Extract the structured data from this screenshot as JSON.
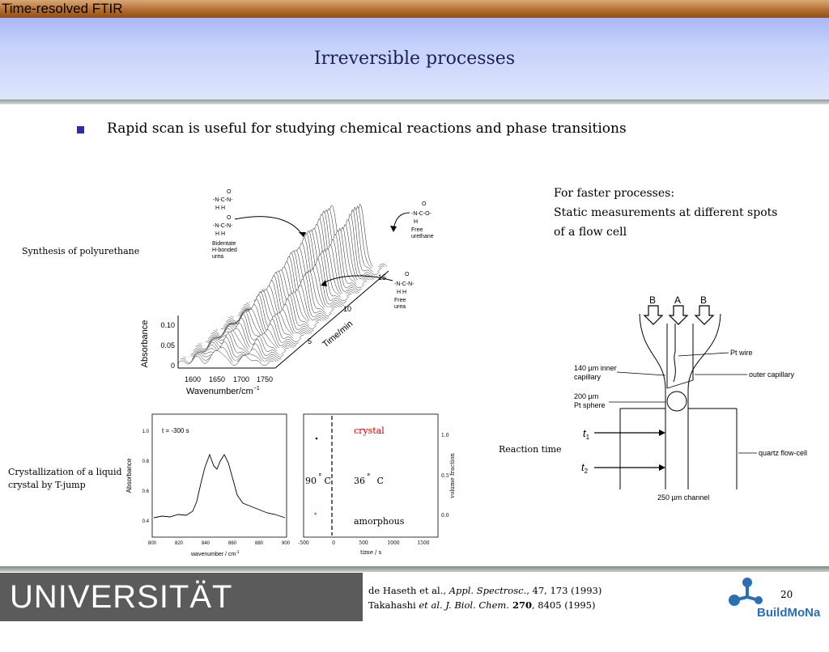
{
  "topbar": {
    "title": "Time-resolved FTIR"
  },
  "slide": {
    "title": "Irreversible processes",
    "bullet": "Rapid scan is useful for studying chemical reactions and phase transitions",
    "label_synthesis": "Synthesis of polyurethane",
    "label_crystallization": [
      "Crystallization of a liquid",
      "crystal by T-jump"
    ],
    "faster_processes": [
      "For faster processes:",
      "Static measurements at different spots",
      "of a flow cell"
    ],
    "reaction_time": "Reaction time"
  },
  "figure3d": {
    "ylabel": "Absorbance",
    "yticks": [
      "0.10",
      "0.05",
      "0"
    ],
    "xticks": [
      "1600",
      "1650",
      "1700",
      "1750"
    ],
    "xlabel": "Wavenumber/cm",
    "xlabel_sup": "−1",
    "time_label": "Time/min",
    "time_ticks": [
      "5",
      "10",
      "15"
    ],
    "species": [
      {
        "formula": [
          "O",
          "-N-C-N-",
          "H   H",
          "O",
          "-N-C-N-",
          "H   H"
        ],
        "name": [
          "Bidentate",
          "H-bonded",
          "urea"
        ]
      },
      {
        "formula": [
          "O",
          "-N-C-O-",
          "H"
        ],
        "name": [
          "Free",
          "urethane"
        ]
      },
      {
        "formula": [
          "O",
          "-N-C-N-",
          "H   H"
        ],
        "name": [
          "Free",
          "urea"
        ]
      }
    ]
  },
  "ir_panel": {
    "annotation": "t = -300 s",
    "ylabel": "Absorbance",
    "xlabel": "wavenumber / cm",
    "xlabel_sup": "-1",
    "yticks": [
      "1.0",
      "0.8",
      "0.6",
      "0.4"
    ],
    "xticks": [
      "800",
      "820",
      "840",
      "860",
      "880",
      "900"
    ]
  },
  "phase_panel": {
    "label_crystal": "crystal",
    "label_amorphous": "amorphous",
    "temp_left": "90",
    "temp_right": "36",
    "temp_unit": "C",
    "ylabel_right": "volume fraction",
    "xlabel": "time / s",
    "yticks_right": [
      "1.0",
      "0.5",
      "0.0"
    ],
    "xticks": [
      "-500",
      "0",
      "500",
      "1000",
      "1500"
    ]
  },
  "flowcell": {
    "labels_top": [
      "B",
      "A",
      "B"
    ],
    "pt_wire": "Pt wire",
    "inner_capillary": [
      "140 µm inner",
      "capillary"
    ],
    "outer_capillary": "outer capillary",
    "pt_sphere": [
      "200 µm",
      "Pt sphere"
    ],
    "t1": "t",
    "t1_sub": "1",
    "t2": "t",
    "t2_sub": "2",
    "quartz": "quartz flow-cell",
    "channel": "250 µm channel"
  },
  "footer": {
    "university": "UNIVERSITÄT LEIPZIG",
    "ref1_a": "de Haseth et al., ",
    "ref1_journal": "Appl. Spectrosc.,",
    "ref1_b": " 47, 173 (1993)",
    "ref2_a": "Takahashi ",
    "ref2_journal": "et al. J. Biol. Chem.",
    "ref2_vol": " 270",
    "ref2_b": ", 8405 (1995)",
    "page": "20",
    "logo": "BuildMoNa"
  },
  "colors": {
    "header_blue": "#c7d2fb",
    "title": "#1a1f5c",
    "bullet": "#2d2da8",
    "red_label": "#cc0000",
    "logo_blue": "#2a6fb4"
  }
}
